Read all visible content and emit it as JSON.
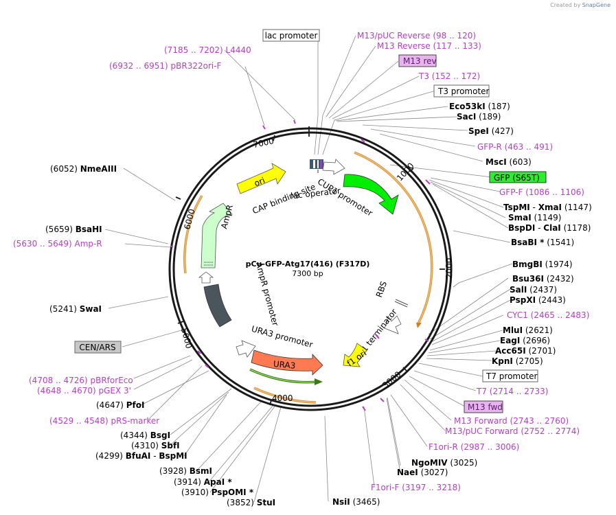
{
  "credit": {
    "prefix": "Created by",
    "brand": "SnapGene"
  },
  "plasmid": {
    "name": "pCu-GFP-Atg17(416) (F317D)",
    "size_label": "7300 bp"
  },
  "ticks": [
    "1000",
    "2000",
    "3000",
    "4000",
    "5000",
    "6000",
    "7000"
  ],
  "inner_features": [
    {
      "id": "ori",
      "label": "ori",
      "color": "#ffff00"
    },
    {
      "id": "cup1",
      "label": "CUP1 promoter",
      "color": "#ffffff"
    },
    {
      "id": "gfp",
      "label": "GFP",
      "color": "#00ee00"
    },
    {
      "id": "cap",
      "label": "CAP binding site",
      "color": "#ffffff"
    },
    {
      "id": "lacop",
      "label": "lac operator",
      "color": "#ffffff"
    },
    {
      "id": "ampr",
      "label": "AmpR",
      "color": "#ccffcc"
    },
    {
      "id": "amprprom",
      "label": "AmpR promoter",
      "color": "#ffffff"
    },
    {
      "id": "rbs",
      "label": "RBS",
      "color": "#ffffff"
    },
    {
      "id": "cyc1",
      "label": "CYC1 terminator",
      "color": "#ffffff"
    },
    {
      "id": "f1ori",
      "label": "f1 ori",
      "color": "#ffff00"
    },
    {
      "id": "ura3prom",
      "label": "URA3 promoter",
      "color": "#ffffff"
    },
    {
      "id": "ura3",
      "label": "URA3",
      "color": "#ff7a50"
    },
    {
      "id": "cenars",
      "label": "CEN/ARS",
      "color": "#4a555c"
    }
  ],
  "labels": [
    {
      "id": "lacprom",
      "kind": "box",
      "text": "lac promoter"
    },
    {
      "id": "m13puc",
      "kind": "primer",
      "text": "M13/pUC Reverse",
      "range": "(98 .. 120)"
    },
    {
      "id": "m13rev_p",
      "kind": "primer",
      "text": "M13 Reverse",
      "range": "(117 .. 133)"
    },
    {
      "id": "l4440",
      "kind": "primer",
      "text": "L4440",
      "range": "(7185 .. 7202)"
    },
    {
      "id": "pbr322",
      "kind": "primer",
      "text": "pBR322ori-F",
      "range": "(6932 .. 6951)"
    },
    {
      "id": "m13revbox",
      "kind": "pbox",
      "text": "M13 rev"
    },
    {
      "id": "t3",
      "kind": "primer",
      "text": "T3",
      "range": "(152 .. 172)"
    },
    {
      "id": "t3prom",
      "kind": "box",
      "text": "T3 promoter"
    },
    {
      "id": "eco53ki",
      "kind": "enzyme",
      "text": "Eco53kI",
      "range": "(187)"
    },
    {
      "id": "saci",
      "kind": "enzyme",
      "text": "SacI",
      "range": "(189)"
    },
    {
      "id": "spei",
      "kind": "enzyme",
      "text": "SpeI",
      "range": "(427)"
    },
    {
      "id": "gfpr",
      "kind": "primer",
      "text": "GFP-R",
      "range": "(463 .. 491)"
    },
    {
      "id": "msci",
      "kind": "enzyme",
      "text": "MscI",
      "range": "(603)"
    },
    {
      "id": "gfps65t",
      "kind": "gbox",
      "text": "GFP (S65T)"
    },
    {
      "id": "gfpf",
      "kind": "primer",
      "text": "GFP-F",
      "range": "(1086 .. 1106)"
    },
    {
      "id": "tspmi",
      "kind": "enzyme2",
      "text": "TspMI",
      "text2": "XmaI",
      "range": "(1147)"
    },
    {
      "id": "smai",
      "kind": "enzyme",
      "text": "SmaI",
      "range": "(1149)"
    },
    {
      "id": "bspdi",
      "kind": "enzyme2",
      "text": "BspDI",
      "text2": "ClaI",
      "range": "(1178)"
    },
    {
      "id": "bsabi",
      "kind": "enzyme",
      "text": "BsaBI *",
      "range": "(1541)"
    },
    {
      "id": "nmeaiii",
      "kind": "enzymeL",
      "text": "NmeAIII",
      "range": "(6052)"
    },
    {
      "id": "bsahi",
      "kind": "enzymeL",
      "text": "BsaHI",
      "range": "(5659)"
    },
    {
      "id": "ampr_p",
      "kind": "primerL",
      "text": "Amp-R",
      "range": "(5630 .. 5649)"
    },
    {
      "id": "bmgbi",
      "kind": "enzyme",
      "text": "BmgBI",
      "range": "(1974)"
    },
    {
      "id": "bsu36i",
      "kind": "enzyme",
      "text": "Bsu36I",
      "range": "(2432)"
    },
    {
      "id": "sali",
      "kind": "enzyme",
      "text": "SalI",
      "range": "(2437)"
    },
    {
      "id": "pspxi",
      "kind": "enzyme",
      "text": "PspXI",
      "range": "(2443)"
    },
    {
      "id": "cyc1p",
      "kind": "primer",
      "text": "CYC1",
      "range": "(2465 .. 2483)"
    },
    {
      "id": "mlui",
      "kind": "enzyme",
      "text": "MluI",
      "range": "(2621)"
    },
    {
      "id": "eagi",
      "kind": "enzyme",
      "text": "EagI",
      "range": "(2696)"
    },
    {
      "id": "acc65i",
      "kind": "enzyme",
      "text": "Acc65I",
      "range": "(2701)"
    },
    {
      "id": "kpni",
      "kind": "enzyme",
      "text": "KpnI",
      "range": "(2705)"
    },
    {
      "id": "swai",
      "kind": "enzymeL",
      "text": "SwaI",
      "range": "(5241)"
    },
    {
      "id": "t7prom",
      "kind": "box",
      "text": "T7 promoter"
    },
    {
      "id": "t7",
      "kind": "primer",
      "text": "T7",
      "range": "(2714 .. 2733)"
    },
    {
      "id": "m13fwd",
      "kind": "pbox",
      "text": "M13 fwd"
    },
    {
      "id": "m13forward",
      "kind": "primer",
      "text": "M13 Forward",
      "range": "(2743 .. 2760)"
    },
    {
      "id": "m13pucfwd",
      "kind": "primer",
      "text": "M13/pUC Forward",
      "range": "(2752 .. 2774)"
    },
    {
      "id": "f1orir",
      "kind": "primer",
      "text": "F1ori-R",
      "range": "(2987 .. 3006)"
    },
    {
      "id": "ngomiv",
      "kind": "enzyme",
      "text": "NgoMIV",
      "range": "(3025)"
    },
    {
      "id": "naei",
      "kind": "enzyme",
      "text": "NaeI",
      "range": "(3027)"
    },
    {
      "id": "f1orif",
      "kind": "primer",
      "text": "F1ori-F",
      "range": "(3197 .. 3218)"
    },
    {
      "id": "nsii",
      "kind": "enzymeL",
      "text": "NsiI",
      "range": "(3465)"
    },
    {
      "id": "cenarsbox",
      "kind": "gybox",
      "text": "CEN/ARS"
    },
    {
      "id": "pbrforeco",
      "kind": "primerL",
      "text": "pBRforEco",
      "range": "(4708 .. 4726)"
    },
    {
      "id": "pgex3",
      "kind": "primerL",
      "text": "pGEX 3'",
      "range": "(4648 .. 4670)"
    },
    {
      "id": "pfoi",
      "kind": "enzymeL",
      "text": "PfoI",
      "range": "(4647)"
    },
    {
      "id": "prsmarker",
      "kind": "primerL",
      "text": "pRS-marker",
      "range": "(4529 .. 4548)"
    },
    {
      "id": "bsgi",
      "kind": "enzymeL",
      "text": "BsgI",
      "range": "(4344)"
    },
    {
      "id": "sbfi",
      "kind": "enzymeL",
      "text": "SbfI",
      "range": "(4310)"
    },
    {
      "id": "bfuai",
      "kind": "enzyme2L",
      "text": "BfuAI",
      "text2": "BspMI",
      "range": "(4299)"
    },
    {
      "id": "bsmi",
      "kind": "enzymeL",
      "text": "BsmI",
      "range": "(3928)"
    },
    {
      "id": "apai",
      "kind": "enzymeL",
      "text": "ApaI *",
      "range": "(3914)"
    },
    {
      "id": "pspomi",
      "kind": "enzymeL",
      "text": "PspOMI *",
      "range": "(3910)"
    },
    {
      "id": "stui",
      "kind": "enzymeL",
      "text": "StuI",
      "range": "(3852)"
    }
  ]
}
